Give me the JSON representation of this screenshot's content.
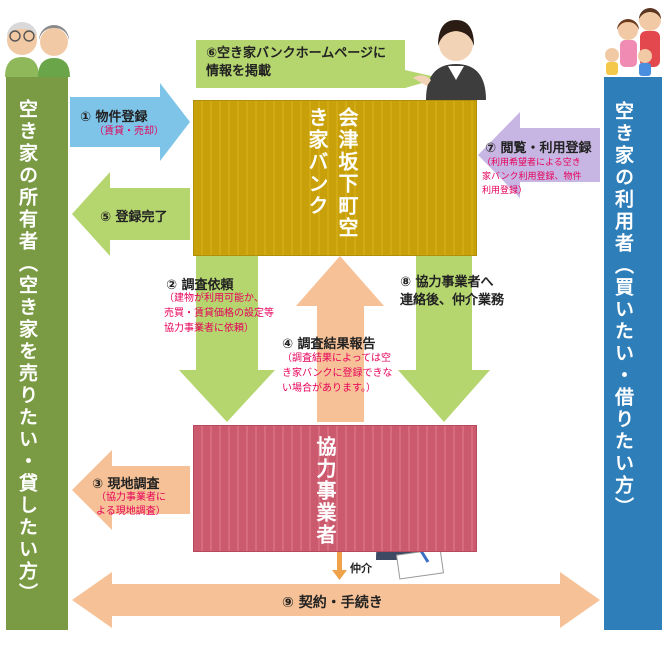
{
  "colors": {
    "owner_bg": "#7a9b43",
    "user_bg": "#2e7eb9",
    "bank_bg": "#c8a10a",
    "biz_bg": "#cc5a6e",
    "arrow_green": "#b5d56f",
    "arrow_blue": "#7ec4e8",
    "arrow_peach": "#f6c196",
    "arrow_lavender": "#c7b6e3",
    "accent_text": "#e6005a"
  },
  "owner": {
    "label": "空き家の所有者（空き家を売りたい・貸したい方）"
  },
  "user": {
    "label": "空き家の利用者（買いたい・借りたい方）"
  },
  "bank": {
    "label": "会津坂下町空き家バンク"
  },
  "business": {
    "label": "協力事業者"
  },
  "steps": {
    "s1": {
      "label": "① 物件登録",
      "note": "（賃貸・売却）"
    },
    "s2": {
      "label": "② 調査依頼",
      "note": "（建物が利用可能か、\n売買・賃貸価格の設定等\n協力事業者に依頼）"
    },
    "s3": {
      "label": "③ 現地調査",
      "note": "（協力事業者に\nよる現地調査）"
    },
    "s4": {
      "label": "④ 調査結果報告",
      "note": "（調査結果によっては空\nき家バンクに登録できな\nい場合があります。）"
    },
    "s5": {
      "label": "⑤ 登録完了"
    },
    "s6": {
      "label": "⑥空き家バンクホームページに\n情報を掲載"
    },
    "s7": {
      "label": "⑦ 閲覧・利用登録",
      "note": "（利用希望者による空き\n家バンク利用登録、物件\n利用登録）"
    },
    "s8": {
      "label": "⑧ 協力事業者へ\n連絡後、仲介業務"
    },
    "s9": {
      "label": "⑨ 契約・手続き"
    },
    "mediation": "仲介"
  }
}
